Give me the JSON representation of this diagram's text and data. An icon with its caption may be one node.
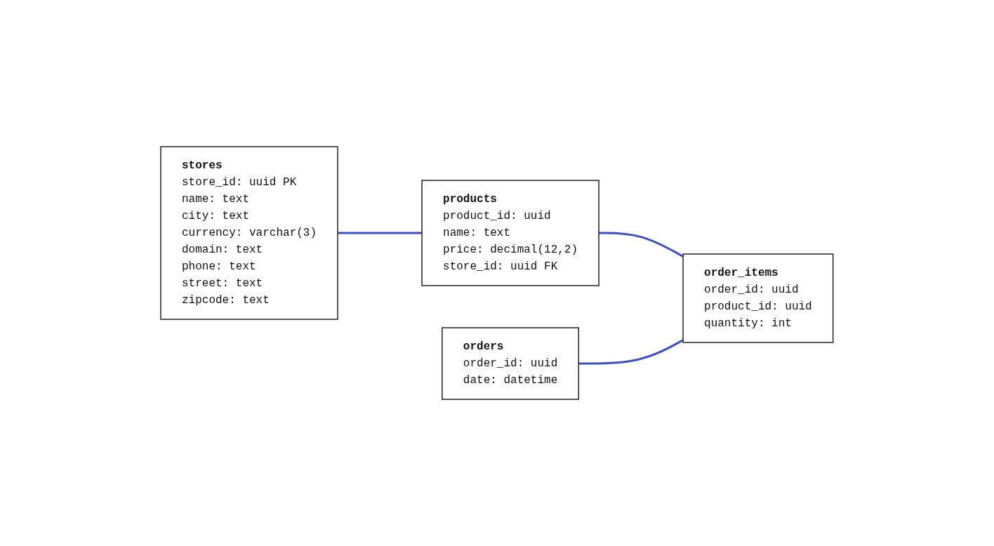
{
  "diagram": {
    "nodes": [
      {
        "text": [
          "stores",
          "store_id: uuid PK",
          "name: text",
          "city: text",
          "currency: varchar(3)",
          "domain: text",
          "phone: text",
          "street: text",
          "zipcode: text"
        ]
      },
      {
        "text": [
          "products",
          "product_id: uuid",
          "name: text",
          "price: decimal(12,2)",
          "store_id: uuid FK"
        ]
      },
      {
        "text": [
          "order_items",
          "order_id: uuid",
          "product_id: uuid",
          "quantity: int"
        ]
      },
      {
        "text": [
          "orders",
          "order_id: uuid",
          "date: datetime"
        ]
      }
    ],
    "edges": [
      {
        "from": 0,
        "to": 1,
        "arrow": "none"
      },
      {
        "from": 1,
        "to": 2,
        "arrow": "none"
      },
      {
        "from": 3,
        "to": 2,
        "arrow": "none"
      }
    ]
  }
}
